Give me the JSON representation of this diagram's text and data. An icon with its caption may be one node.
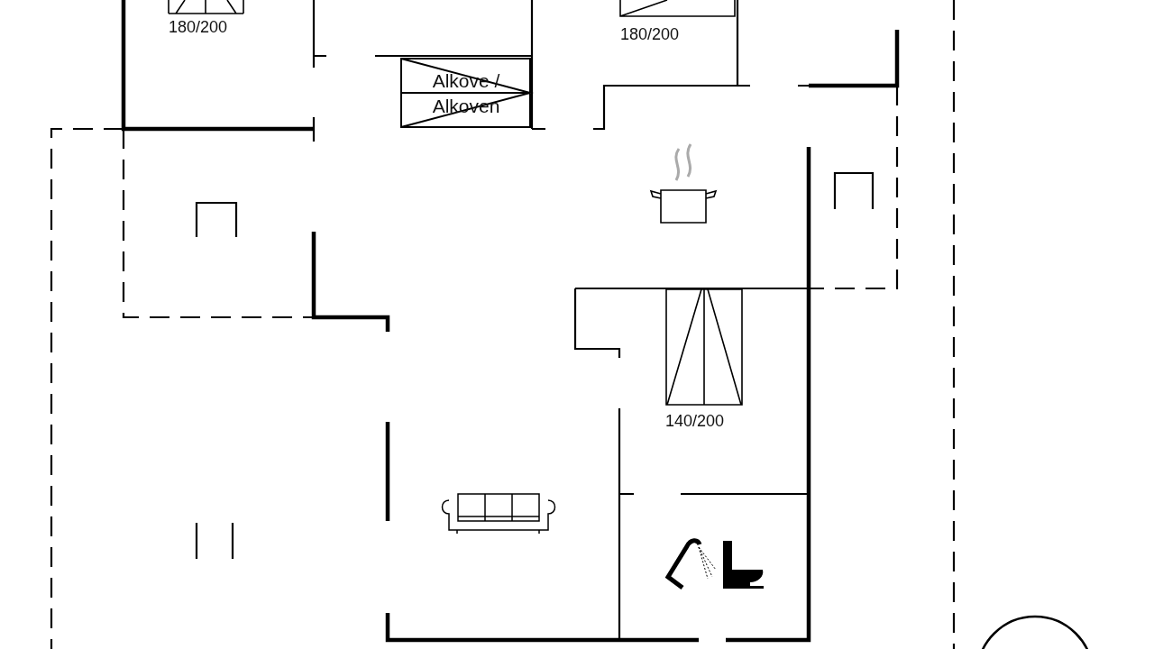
{
  "diagram": {
    "labels": [
      "180/200",
      "Alkove / Alkoven",
      "180/200",
      "140/200"
    ]
  }
}
